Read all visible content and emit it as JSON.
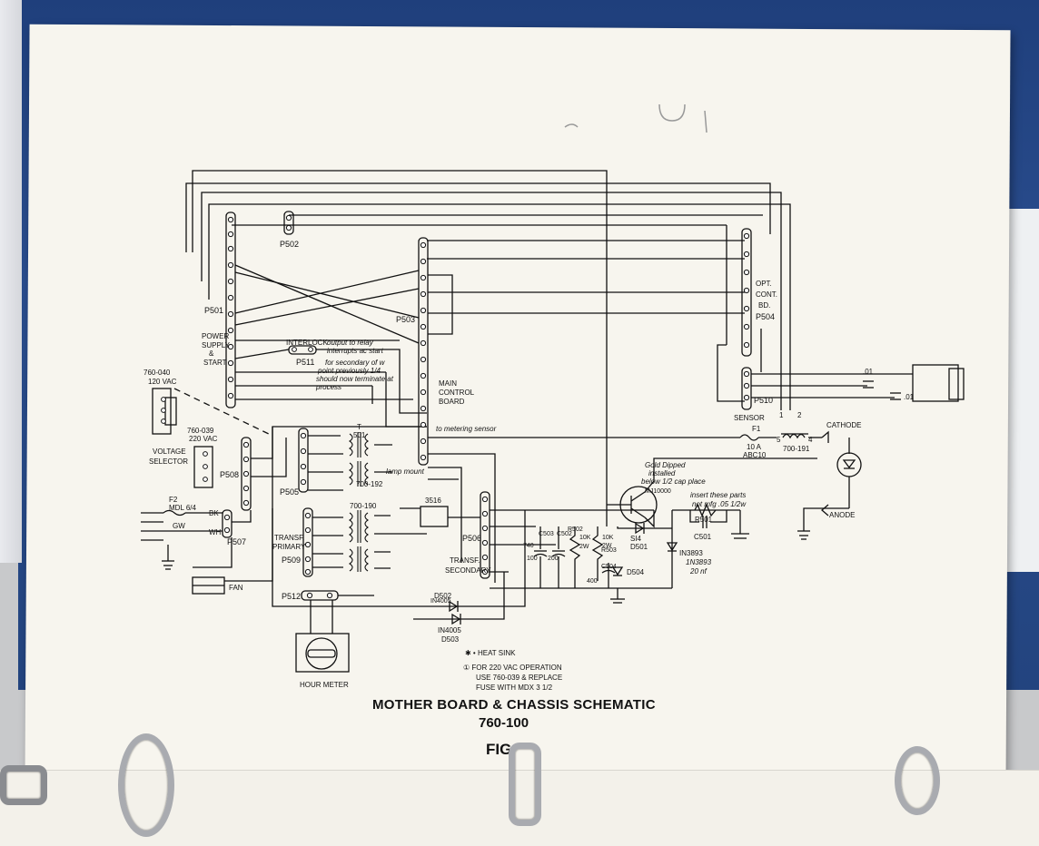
{
  "connectors": {
    "p501": "P501",
    "p502": "P502",
    "p503": "P503",
    "p504": "P504",
    "p505": "P505",
    "p506": "P506",
    "p507": "P507",
    "p508": "P508",
    "p509": "P509",
    "p510": "P510",
    "p511": "P511",
    "p512": "P512"
  },
  "labels": {
    "power_supply": [
      "POWER",
      "SUPPLY",
      "&",
      "START"
    ],
    "main_control": [
      "MAIN",
      "CONTROL",
      "BOARD"
    ],
    "opt_cont": [
      "OPT.",
      "CONT.",
      "BD."
    ],
    "interlock": "INTERLOCK",
    "selector_760_040": [
      "760-040",
      "120 VAC"
    ],
    "selector_760_039": [
      "760-039",
      "220 VAC"
    ],
    "voltage_selector": [
      "VOLTAGE",
      "SELECTOR"
    ],
    "fuse_f2": [
      "F2",
      "MDL 6/4"
    ],
    "bk": "BK",
    "wh": "WH",
    "gw": "GW",
    "fan": "FAN",
    "hour_meter": "HOUR METER",
    "t501": [
      "T",
      "501"
    ],
    "t700_192": "700-192",
    "t700_190": "700-190",
    "transf_primary": [
      "TRANSF.",
      "PRIMARY"
    ],
    "transf_secondary": [
      "TRANSF.",
      "SECONDARY"
    ],
    "bridge_3516": "3516",
    "d502": [
      "D502",
      "IN4005"
    ],
    "d503": [
      "IN4005",
      "D503"
    ],
    "c503": [
      "C503",
      "740",
      "100"
    ],
    "c502": [
      "C502",
      "200"
    ],
    "r502": [
      "R502",
      "10K",
      "2W"
    ],
    "r503": [
      "10K",
      "2W",
      "R503"
    ],
    "c504": [
      "C504",
      "400"
    ],
    "d504": "D504",
    "sensor": "SENSOR",
    "f1": [
      "F1",
      "10 A",
      "ABC10"
    ],
    "choke": "700-191",
    "cathode": "CATHODE",
    "anode": "ANODE",
    "mj10000": "MJ10000",
    "si4": [
      "SI4",
      "D501"
    ],
    "in3893": "IN3893",
    "r501": "R501",
    "c501": "C501",
    "cap_01a": ".01",
    "cap_01b": ".01",
    "pin_1": "1",
    "pin_2": "2",
    "pin_4": "4",
    "pin_5": "5"
  },
  "handwritten": {
    "interlock_note": [
      "output to relay",
      "interrupts ac start"
    ],
    "p511_note": [
      "for secondary of w",
      "point previously 1/4",
      "should now terminate at",
      "process"
    ],
    "ring_note": "to metering sensor",
    "lamp_note": "lamp mount",
    "mj_note": [
      "Gold Dipped",
      "installed",
      "below 1/2 cap place"
    ],
    "r501_note": [
      "insert these parts",
      "not mfg .05 1/2w"
    ],
    "in3893_note": [
      "1N3893",
      "20 nf"
    ]
  },
  "notes": {
    "heatsink": "✱ • HEAT SINK",
    "note_220": [
      "① FOR 220 VAC OPERATION",
      "USE 760-039 & REPLACE",
      "FUSE WITH MDX 3 1/2"
    ]
  },
  "caption": {
    "title": "MOTHER BOARD & CHASSIS SCHEMATIC",
    "number": "760-100",
    "fig": "FIG"
  }
}
